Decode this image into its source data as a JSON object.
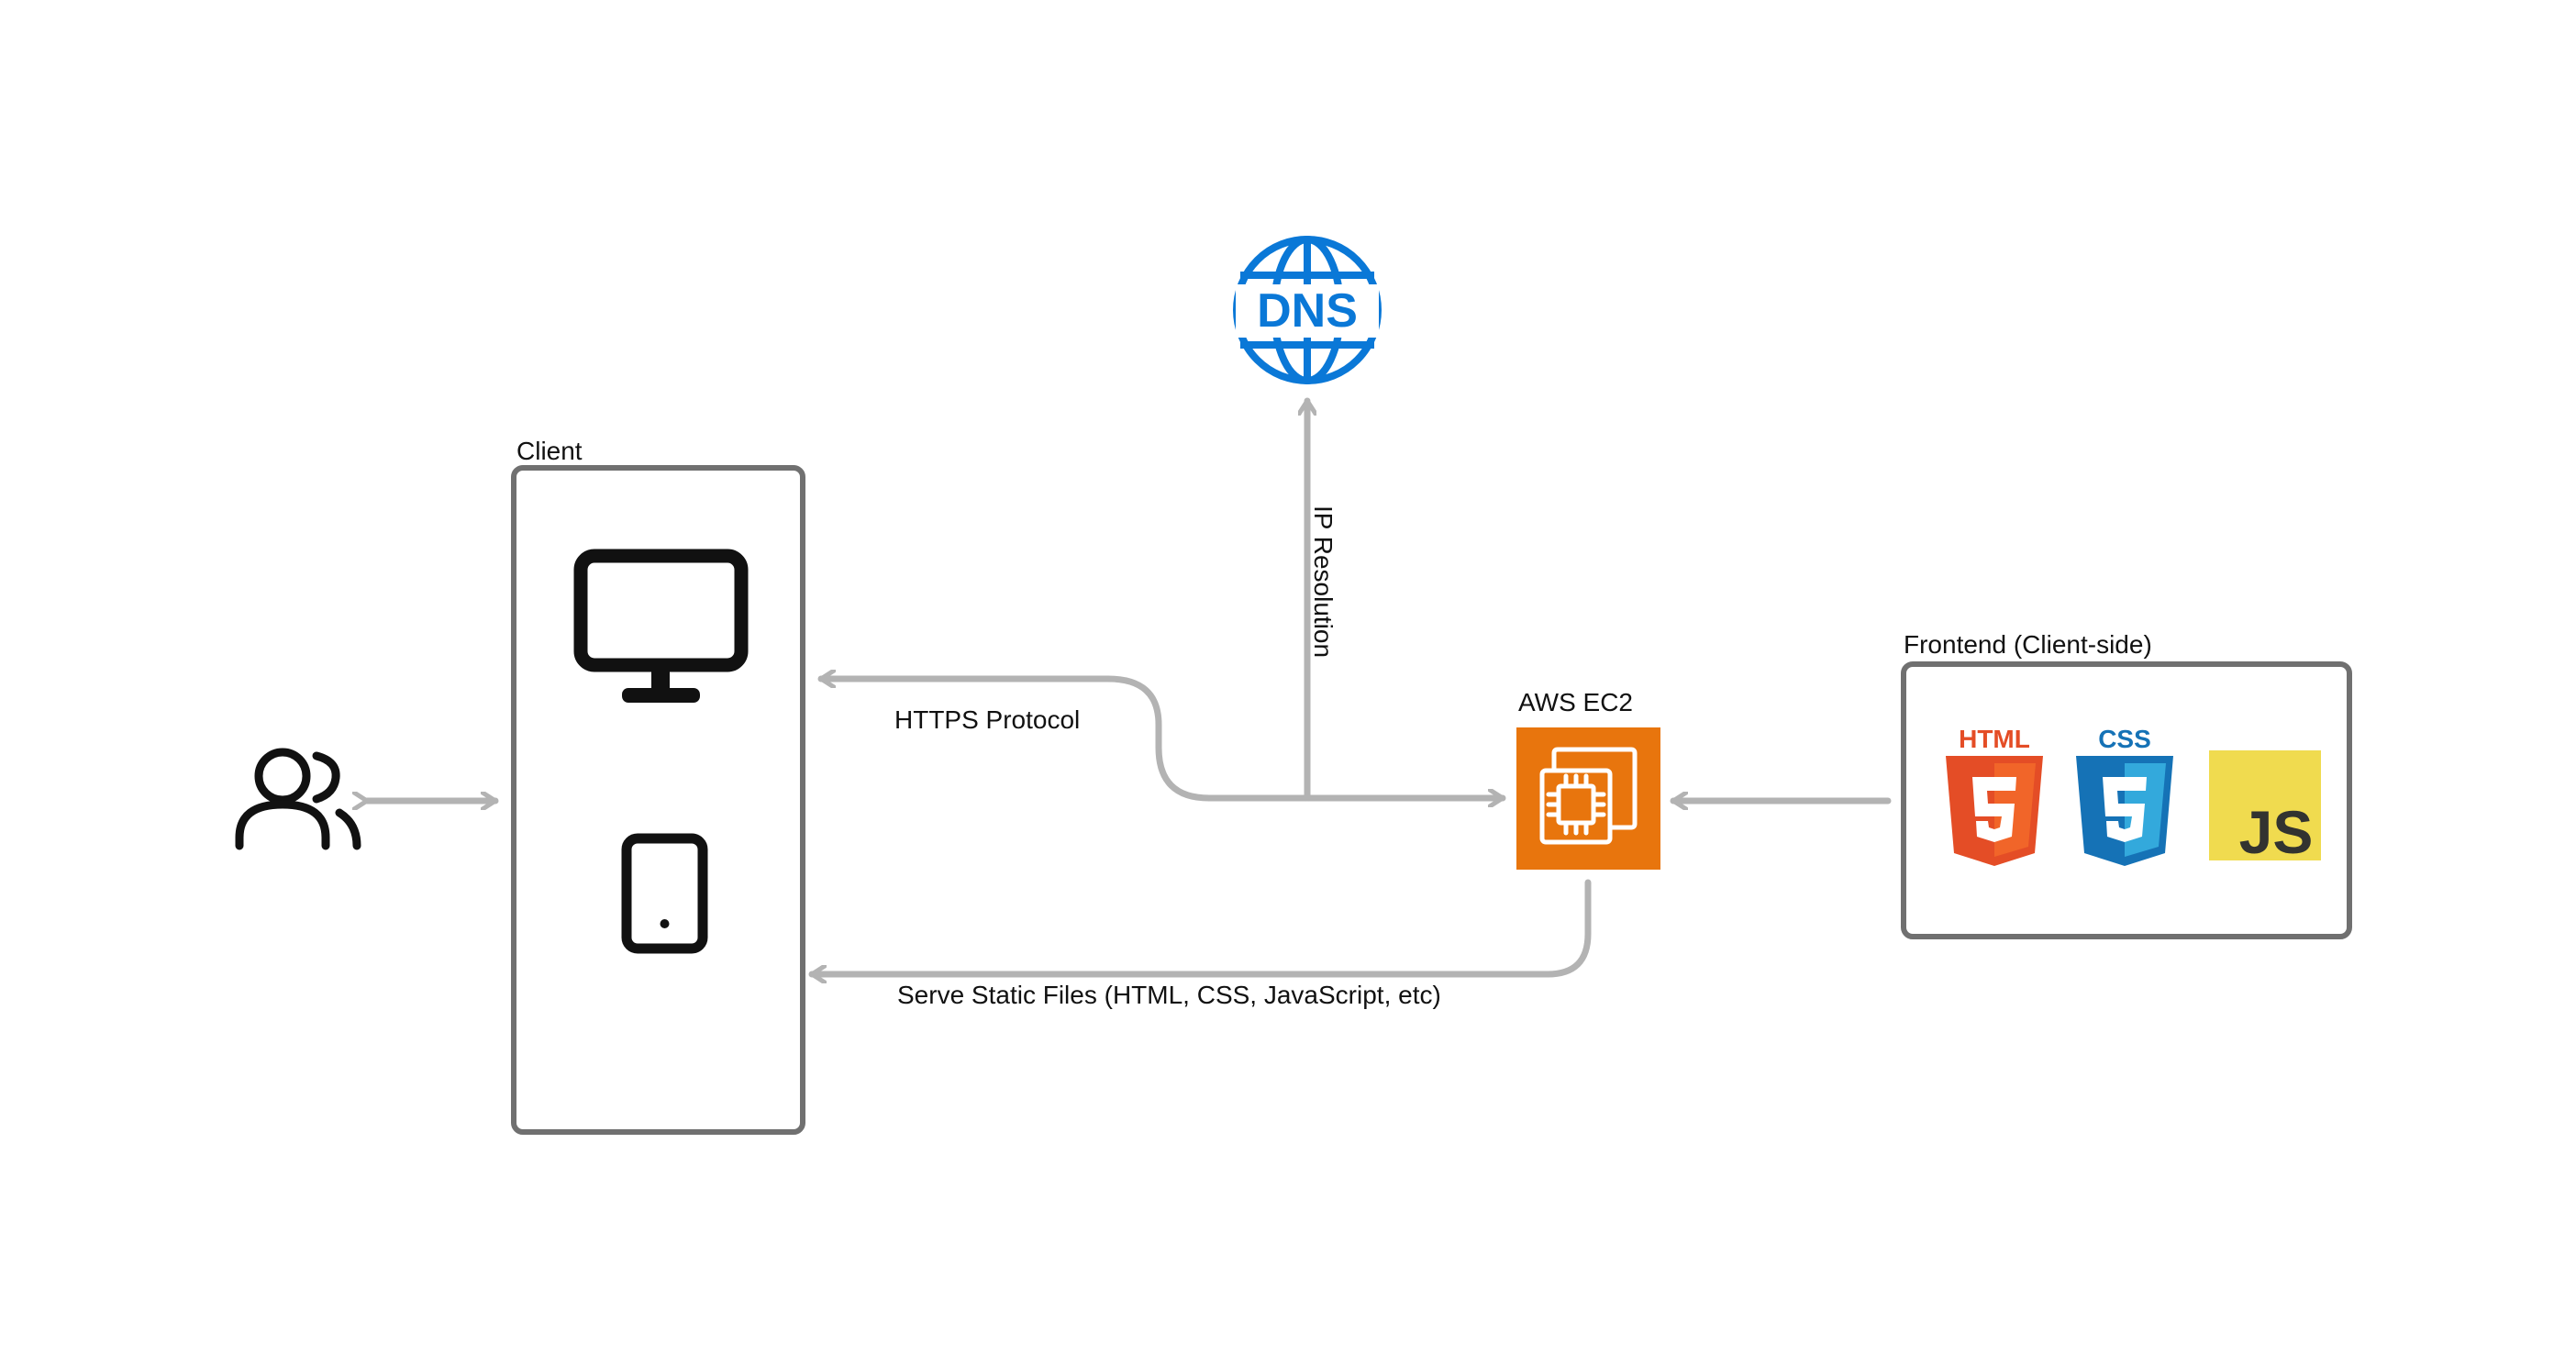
{
  "labels": {
    "client": "Client",
    "https": "HTTPS Protocol",
    "ip_resolution": "IP Resolution",
    "aws_ec2": "AWS EC2",
    "frontend": "Frontend (Client-side)",
    "serve": "Serve Static Files (HTML, CSS, JavaScript, etc)"
  },
  "icons": {
    "dns": "DNS",
    "html": "HTML",
    "css": "CSS",
    "js": "JS"
  },
  "colors": {
    "arrow": "#b3b3b3",
    "box_border": "#707070",
    "dns_blue": "#0a78d7",
    "ec2_orange": "#e8750d",
    "html_orange": "#e44d26",
    "css_blue": "#1572b6",
    "js_yellow": "#f0db4f"
  }
}
